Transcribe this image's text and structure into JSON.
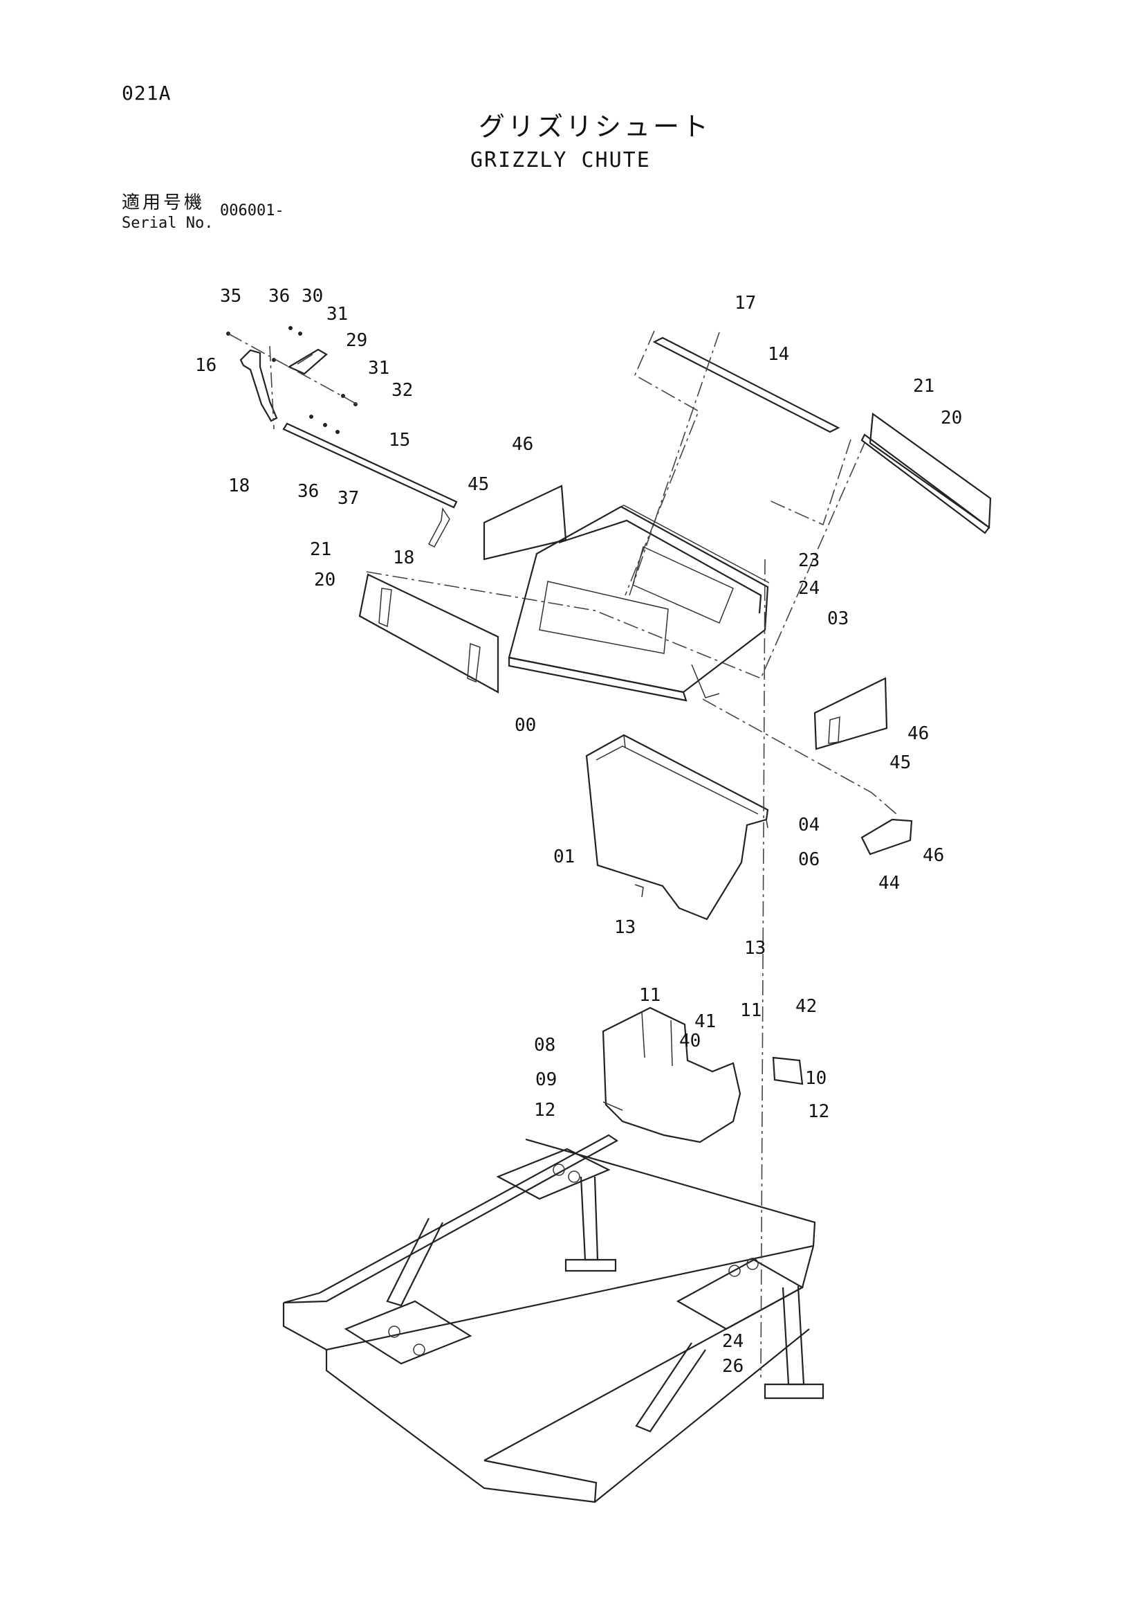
{
  "header": {
    "page_code": "021A",
    "title_jp": "グリズリシュート",
    "title_en": "GRIZZLY CHUTE",
    "serial_label_jp": "適用号機",
    "serial_label_en": "Serial No.",
    "serial_value": "006001-"
  },
  "callouts": [
    "35",
    "36",
    "30",
    "31",
    "29",
    "16",
    "31",
    "32",
    "17",
    "14",
    "21",
    "20",
    "15",
    "46",
    "45",
    "18",
    "36",
    "37",
    "18",
    "21",
    "20",
    "23",
    "24",
    "03",
    "00",
    "46",
    "45",
    "01",
    "04",
    "06",
    "46",
    "44",
    "13",
    "13",
    "11",
    "11",
    "42",
    "08",
    "40",
    "41",
    "10",
    "09",
    "12",
    "12",
    "24",
    "26"
  ]
}
